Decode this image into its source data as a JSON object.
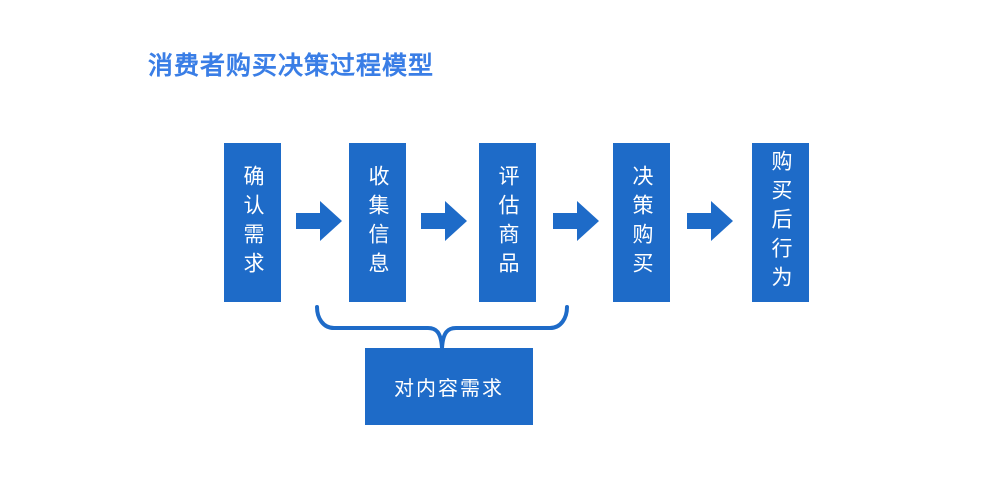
{
  "title": "消费者购买决策过程模型",
  "colors": {
    "accent": "#1E6BC8",
    "title": "#3A7EE6",
    "label": "#FFFFFF",
    "background": "#FFFFFF"
  },
  "icons": {
    "arrow": "right-arrow",
    "brace": "under-brace"
  },
  "steps": [
    {
      "label": "确认需求"
    },
    {
      "label": "收集信息"
    },
    {
      "label": "评估商品"
    },
    {
      "label": "决策购买"
    },
    {
      "label": "购买后行为"
    }
  ],
  "annotation": {
    "label": "对内容需求"
  }
}
